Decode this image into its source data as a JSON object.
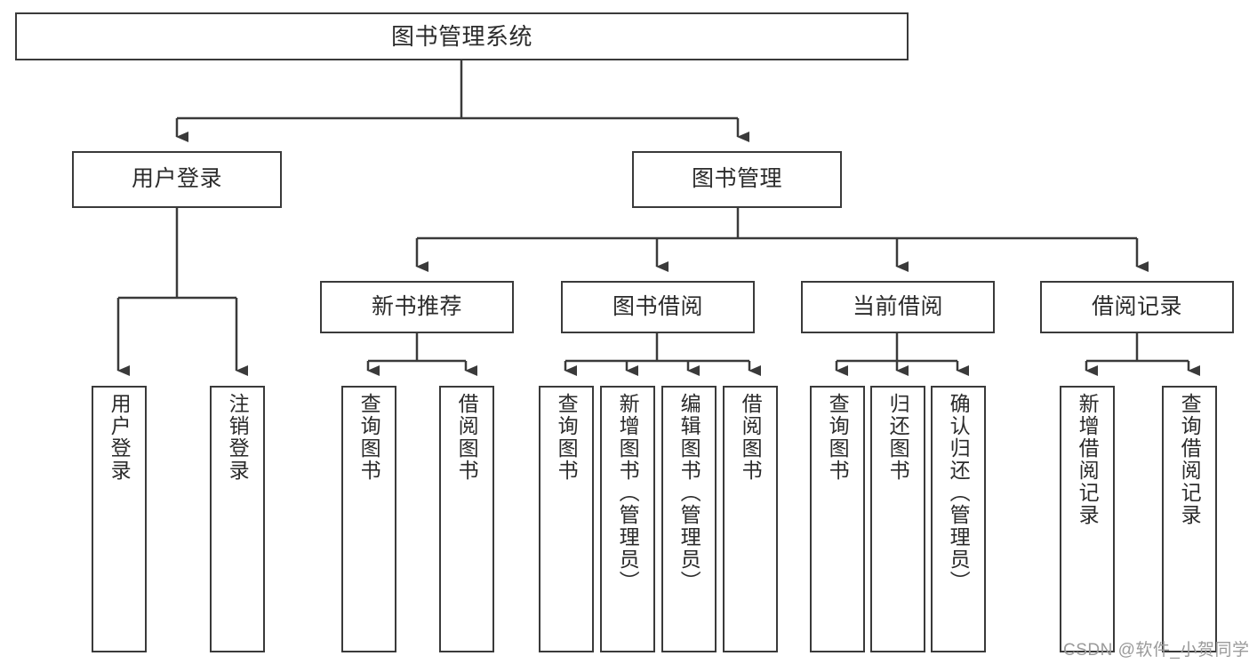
{
  "diagram": {
    "title": "图书管理系统",
    "type": "hierarchy-tree",
    "line_color": "#3a3a3a",
    "text_color": "#2b2b2b",
    "background": "#ffffff"
  },
  "nodes": {
    "root": {
      "label": "图书管理系统"
    },
    "level2": [
      {
        "label": "用户登录"
      },
      {
        "label": "图书管理"
      }
    ],
    "level3": [
      {
        "label": "新书推荐"
      },
      {
        "label": "图书借阅"
      },
      {
        "label": "当前借阅"
      },
      {
        "label": "借阅记录"
      }
    ],
    "leaves": {
      "user_login": [
        {
          "label": "用户登录"
        },
        {
          "label": "注销登录"
        }
      ],
      "new_book": [
        {
          "label": "查询图书"
        },
        {
          "label": "借阅图书"
        }
      ],
      "book_borrow": [
        {
          "label": "查询图书"
        },
        {
          "label": "新增图书（管理员）"
        },
        {
          "label": "编辑图书（管理员）"
        },
        {
          "label": "借阅图书"
        }
      ],
      "current_borrow": [
        {
          "label": "查询图书"
        },
        {
          "label": "归还图书"
        },
        {
          "label": "确认归还（管理员）"
        }
      ],
      "borrow_record": [
        {
          "label": "新增借阅记录"
        },
        {
          "label": "查询借阅记录"
        }
      ]
    }
  },
  "watermark": {
    "text": "CSDN @软件_小贺同学"
  }
}
